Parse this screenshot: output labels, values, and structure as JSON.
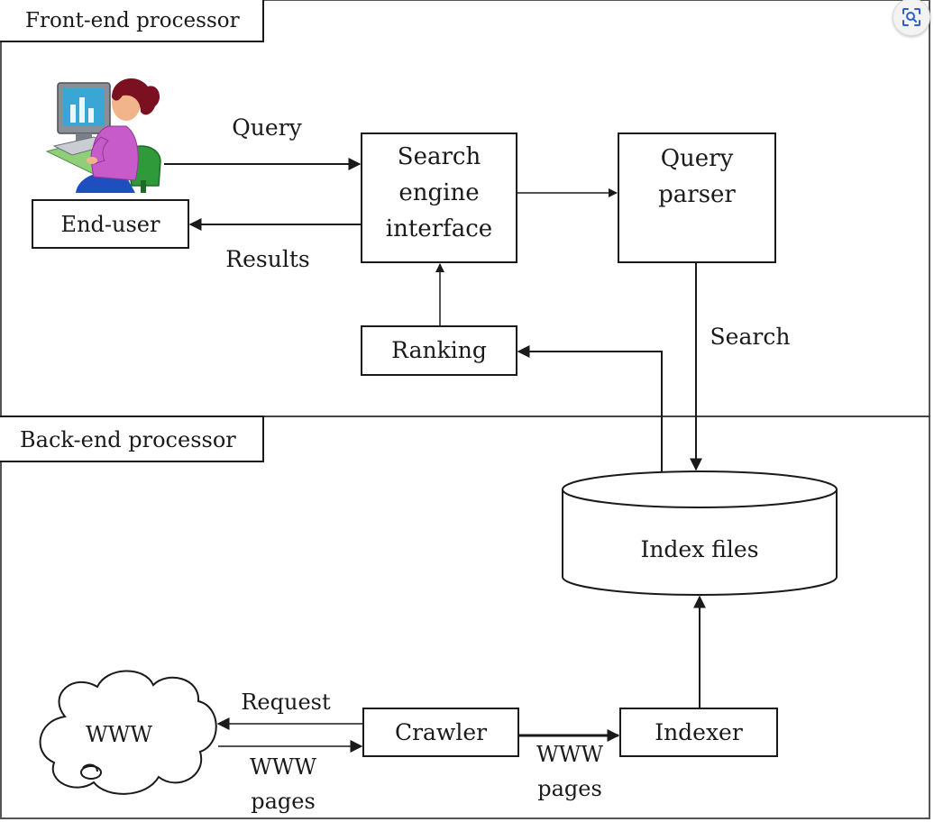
{
  "sections": {
    "front_end_label": "Front-end processor",
    "back_end_label": "Back-end processor"
  },
  "nodes": {
    "end_user": "End-user",
    "search_engine_interface": "Search\nengine\ninterface",
    "query_parser": "Query\nparser",
    "ranking": "Ranking",
    "index_files": "Index files",
    "crawler": "Crawler",
    "indexer": "Indexer",
    "www": "WWW"
  },
  "edges": {
    "query": "Query",
    "results": "Results",
    "search": "Search",
    "request": "Request",
    "www_pages_left": "WWW\npages",
    "www_pages_right": "WWW\npages"
  },
  "icons": {
    "user_icon": "person-at-computer-icon",
    "lens_icon": "visual-search-icon"
  },
  "colors": {
    "line": "#1a1a1a",
    "monitor": "#8a8f97",
    "screen": "#3aa6d6",
    "hair": "#7a1020",
    "skin": "#f2b48a",
    "shirt": "#c65bc9",
    "chair": "#2f9a3a",
    "pants": "#1f4fbf"
  }
}
